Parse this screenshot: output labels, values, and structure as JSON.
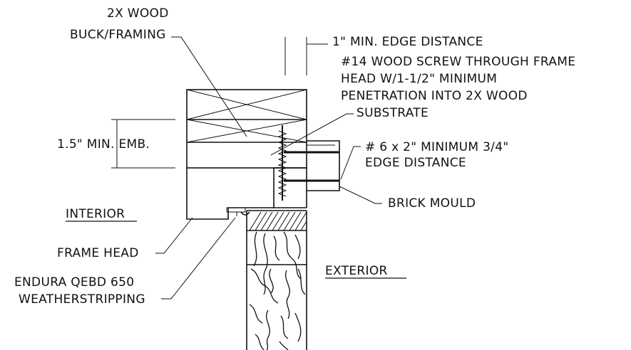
{
  "labels": {
    "wood_buck_1": "2X WOOD",
    "wood_buck_2": "BUCK/FRAMING",
    "edge_distance": "1\" MIN. EDGE DISTANCE",
    "screw_1": "#14 WOOD SCREW THROUGH FRAME",
    "screw_2": "HEAD W/1-1/2\" MINIMUM",
    "screw_3": "PENETRATION INTO 2X WOOD",
    "screw_4": "SUBSTRATE",
    "embed": "1.5\" MIN. EMB.",
    "nail_1": "# 6 x 2\" MINIMUM 3/4\"",
    "nail_2": "EDGE DISTANCE",
    "brick_mould": "BRICK MOULD",
    "interior": "INTERIOR",
    "frame_head": "FRAME HEAD",
    "weatherstrip_1": "ENDURA QEBD 650",
    "weatherstrip_2": "WEATHERSTRIPPING",
    "exterior": "EXTERIOR"
  }
}
